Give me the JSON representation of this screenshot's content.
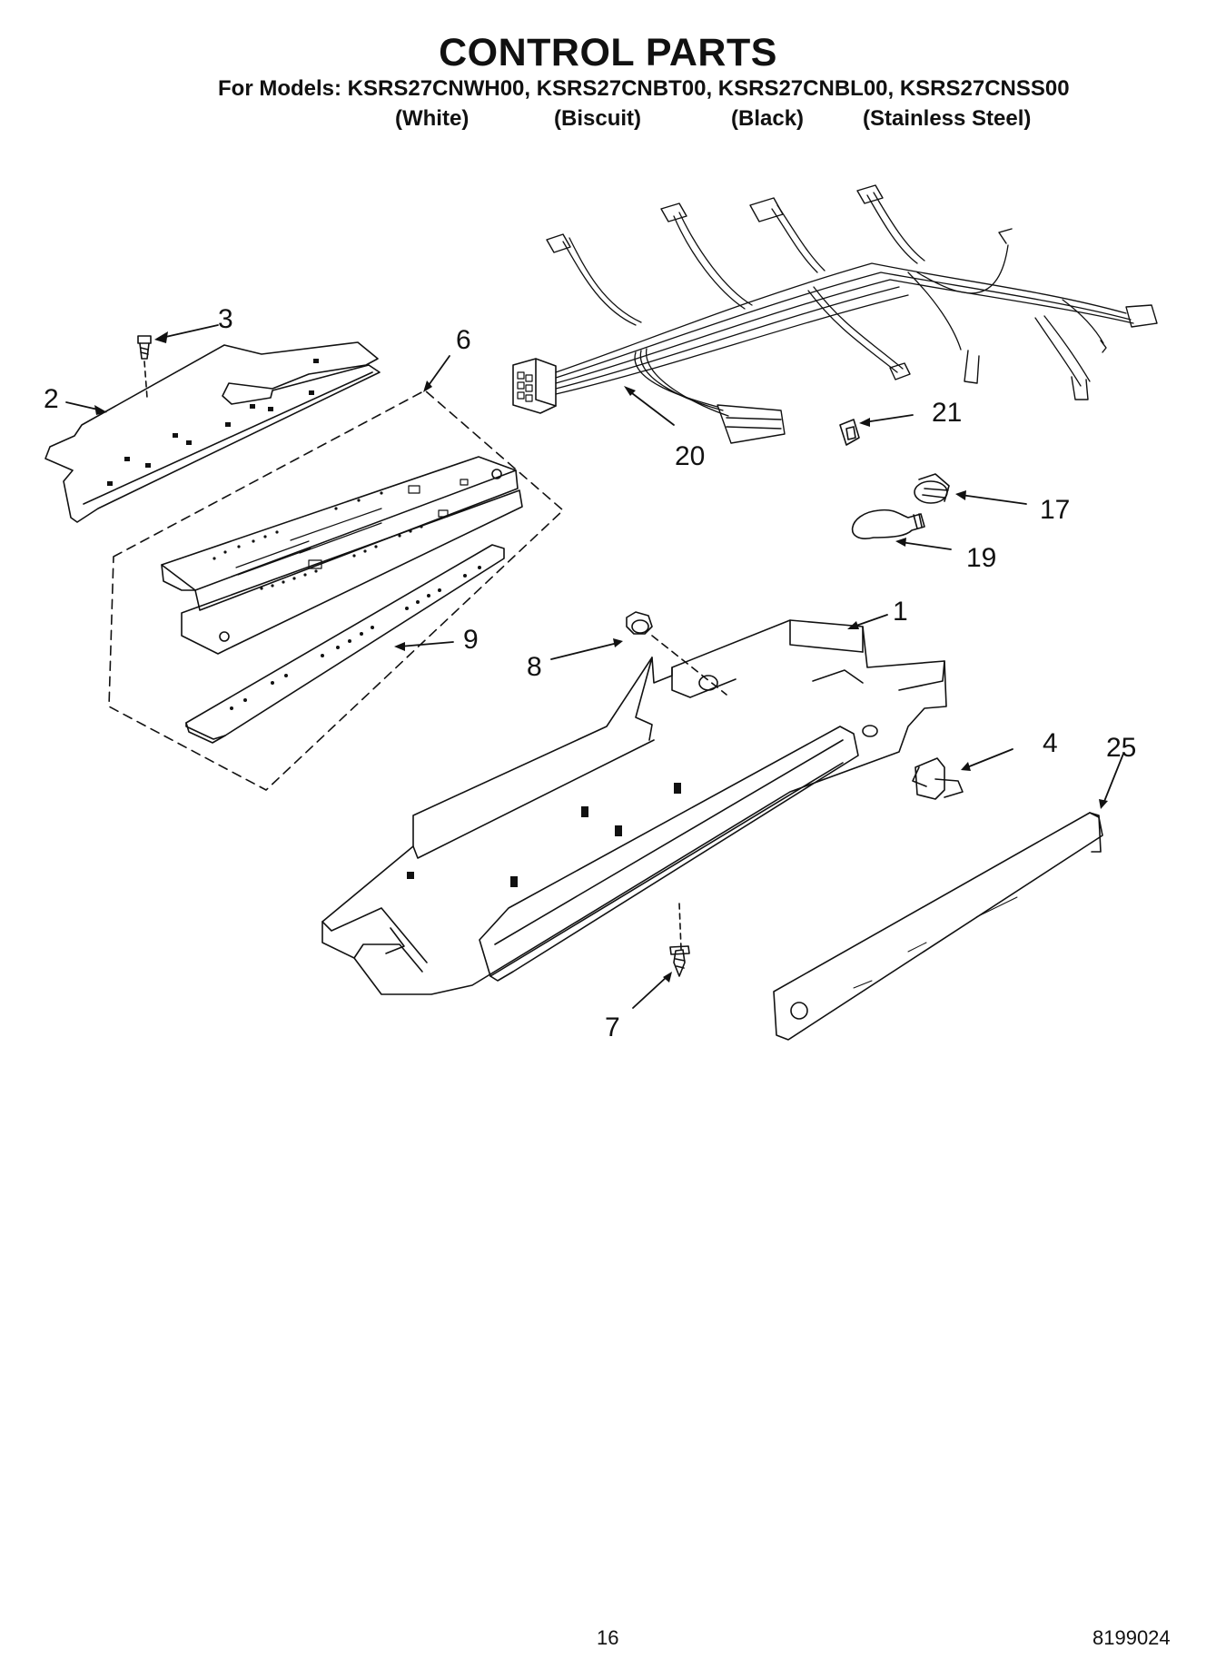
{
  "header": {
    "title": "CONTROL PARTS",
    "models_line": "For Models: KSRS27CNWH00, KSRS27CNBT00, KSRS27CNBL00, KSRS27CNSS00",
    "variants": [
      "(White)",
      "(Biscuit)",
      "(Black)",
      "(Stainless Steel)"
    ]
  },
  "callouts": [
    "3",
    "2",
    "6",
    "20",
    "21",
    "17",
    "19",
    "9",
    "8",
    "1",
    "4",
    "25",
    "7"
  ],
  "footer": {
    "page_number": "16",
    "document_number": "8199024"
  }
}
